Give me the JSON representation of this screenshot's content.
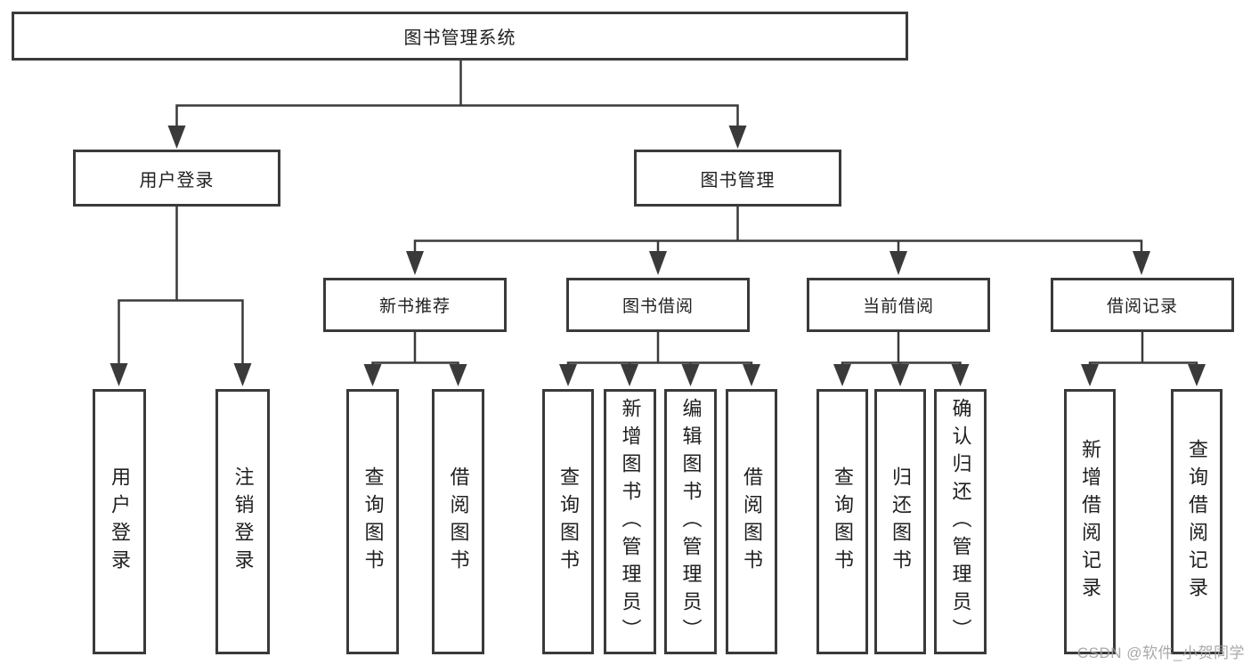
{
  "diagram_type": "hierarchy-tree",
  "tree": {
    "label": "图书管理系统",
    "children": [
      {
        "label": "用户登录",
        "children": [
          {
            "label": "用户登录"
          },
          {
            "label": "注销登录"
          }
        ]
      },
      {
        "label": "图书管理",
        "children": [
          {
            "label": "新书推荐",
            "children": [
              {
                "label": "查询图书"
              },
              {
                "label": "借阅图书"
              }
            ]
          },
          {
            "label": "图书借阅",
            "children": [
              {
                "label": "查询图书"
              },
              {
                "label": "新增图书（管理员）"
              },
              {
                "label": "编辑图书（管理员）"
              },
              {
                "label": "借阅图书"
              }
            ]
          },
          {
            "label": "当前借阅",
            "children": [
              {
                "label": "查询图书"
              },
              {
                "label": "归还图书"
              },
              {
                "label": "确认归还（管理员）"
              }
            ]
          },
          {
            "label": "借阅记录",
            "children": [
              {
                "label": "新增借阅记录"
              },
              {
                "label": "查询借阅记录"
              }
            ]
          }
        ]
      }
    ]
  },
  "watermark": "CSDN @软件_小贺同学",
  "colors": {
    "background": "#ffffff",
    "line": "#3a3a3a",
    "text": "#202020",
    "watermark": "#a0a0a0"
  }
}
